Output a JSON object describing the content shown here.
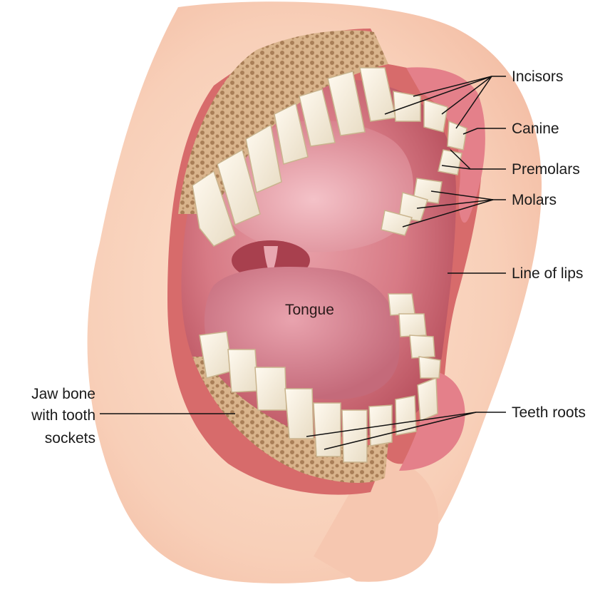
{
  "figure": {
    "labels": {
      "incisors": "Incisors",
      "canine": "Canine",
      "premolars": "Premolars",
      "molars": "Molars",
      "line_of_lips": "Line of lips",
      "tongue": "Tongue",
      "jaw_bone": [
        "Jaw bone",
        "with tooth",
        "sockets"
      ],
      "teeth_roots": "Teeth roots"
    }
  }
}
